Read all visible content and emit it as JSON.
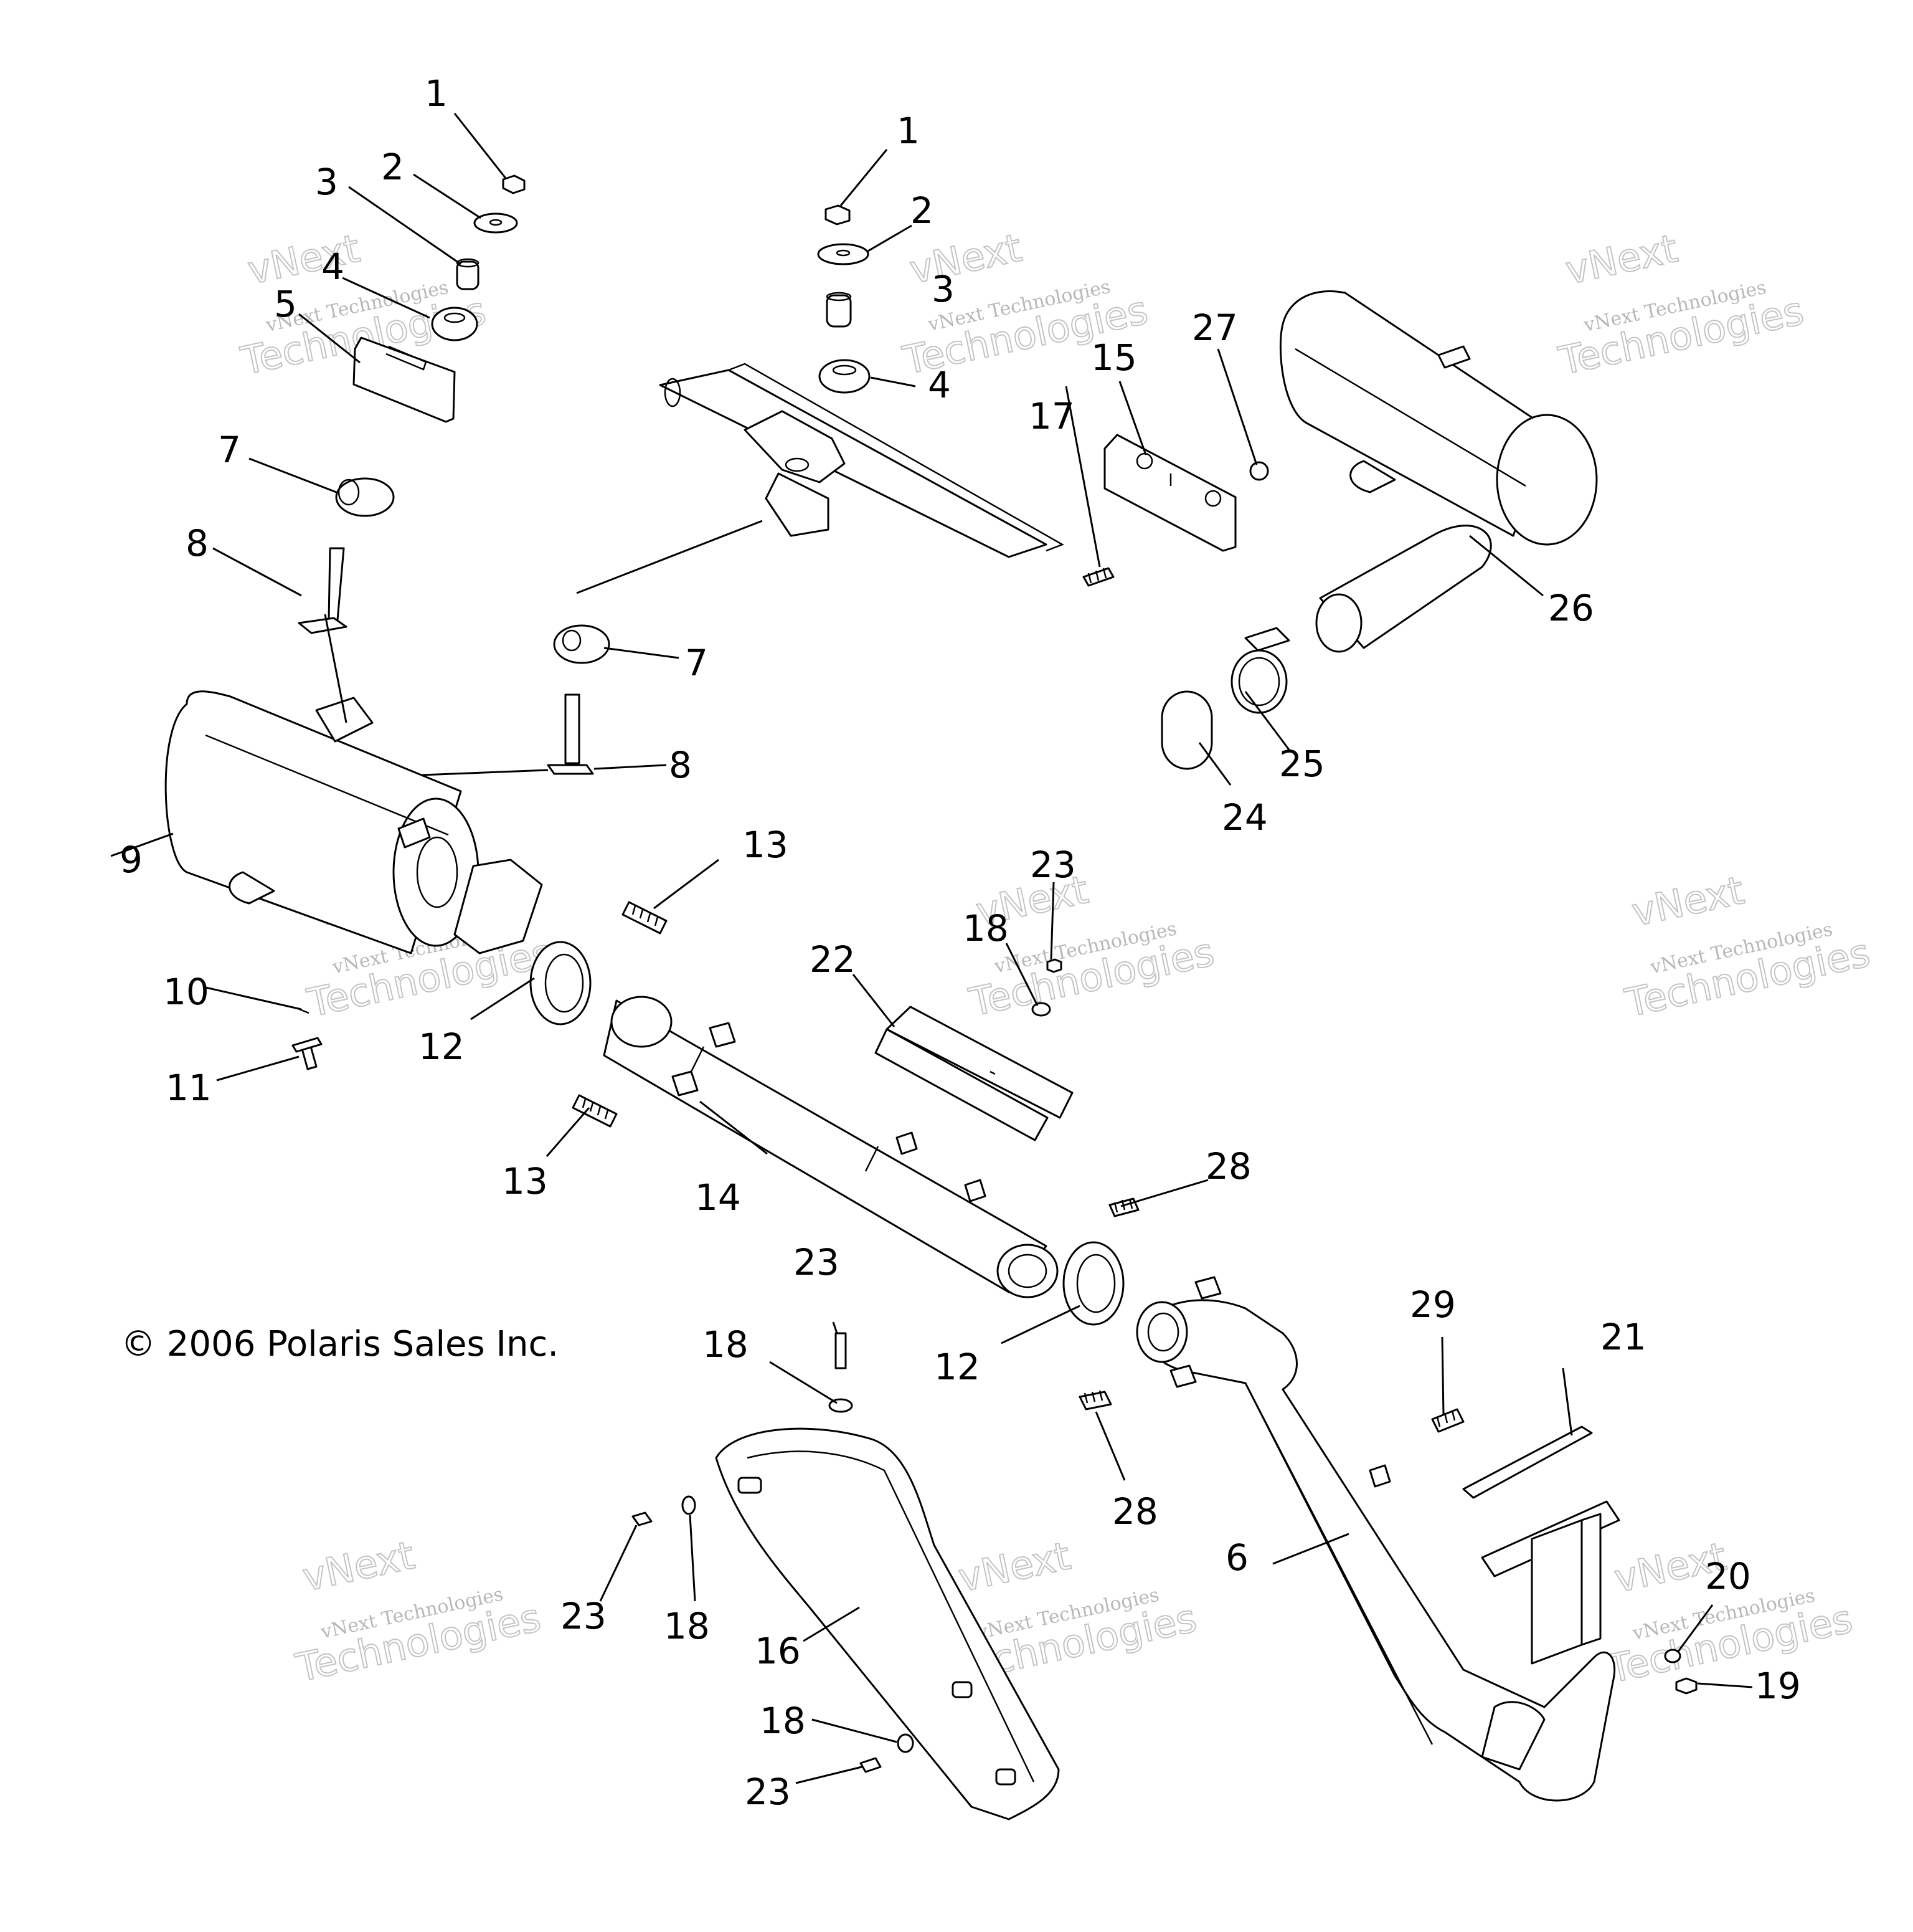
{
  "copyright": "© 2006 Polaris Sales Inc.",
  "watermark": {
    "line1": "vNext Technologies",
    "line2": "vNext",
    "line3": "Technologies"
  },
  "callouts": {
    "c1a": "1",
    "c2a": "2",
    "c3a": "3",
    "c4a": "4",
    "c5": "5",
    "c7a": "7",
    "c8a": "8",
    "c1b": "1",
    "c2b": "2",
    "c3b": "3",
    "c4b": "4",
    "c7b": "7",
    "c8b": "8",
    "c9": "9",
    "c10": "10",
    "c11": "11",
    "c12a": "12",
    "c12b": "12",
    "c13a": "13",
    "c13b": "13",
    "c14": "14",
    "c15": "15",
    "c16": "16",
    "c17": "17",
    "c18a": "18",
    "c18b": "18",
    "c18c": "18",
    "c18d": "18",
    "c19": "19",
    "c20": "20",
    "c21": "21",
    "c22": "22",
    "c23a": "23",
    "c23b": "23",
    "c23c": "23",
    "c23d": "23",
    "c24": "24",
    "c25": "25",
    "c26": "26",
    "c27": "27",
    "c28a": "28",
    "c28b": "28",
    "c29": "29",
    "c6": "6"
  }
}
